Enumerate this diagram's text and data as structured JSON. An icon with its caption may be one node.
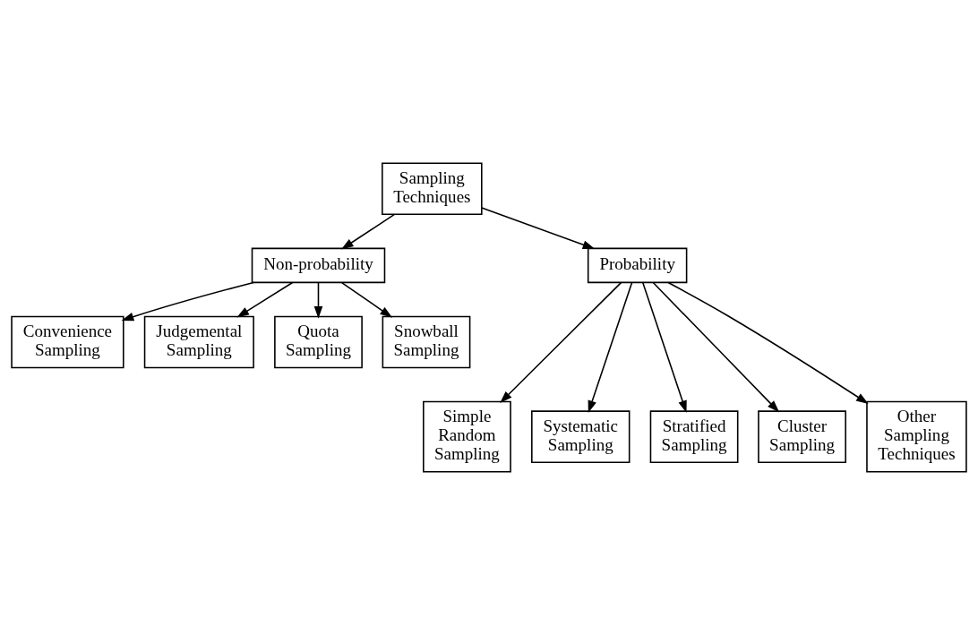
{
  "diagram": {
    "nodes": [
      {
        "text": [
          "Sampling Techniques"
        ]
      },
      {
        "text": [
          "Non-probability"
        ]
      },
      {
        "text": [
          "Probability"
        ]
      },
      {
        "text": [
          "Convenience Sampling"
        ]
      },
      {
        "text": [
          "Judgemental Sampling"
        ]
      },
      {
        "text": [
          "Quota Sampling"
        ]
      },
      {
        "text": [
          "Snowball Sampling"
        ]
      },
      {
        "text": [
          "Simple Random Sampling"
        ]
      },
      {
        "text": [
          "Systematic Sampling"
        ]
      },
      {
        "text": [
          "Stratified Sampling"
        ]
      },
      {
        "text": [
          "Cluster Sampling"
        ]
      },
      {
        "text": [
          "Other Sampling Techniques"
        ]
      }
    ],
    "edges": [
      {
        "from": 0,
        "to": 1,
        "arrow": "to"
      },
      {
        "from": 0,
        "to": 2,
        "arrow": "to"
      },
      {
        "from": 1,
        "to": 3,
        "arrow": "to"
      },
      {
        "from": 1,
        "to": 4,
        "arrow": "to"
      },
      {
        "from": 1,
        "to": 5,
        "arrow": "to"
      },
      {
        "from": 1,
        "to": 6,
        "arrow": "to"
      },
      {
        "from": 2,
        "to": 7,
        "arrow": "to"
      },
      {
        "from": 2,
        "to": 8,
        "arrow": "to"
      },
      {
        "from": 2,
        "to": 9,
        "arrow": "to"
      },
      {
        "from": 2,
        "to": 10,
        "arrow": "to"
      },
      {
        "from": 2,
        "to": 11,
        "arrow": "to"
      }
    ]
  }
}
